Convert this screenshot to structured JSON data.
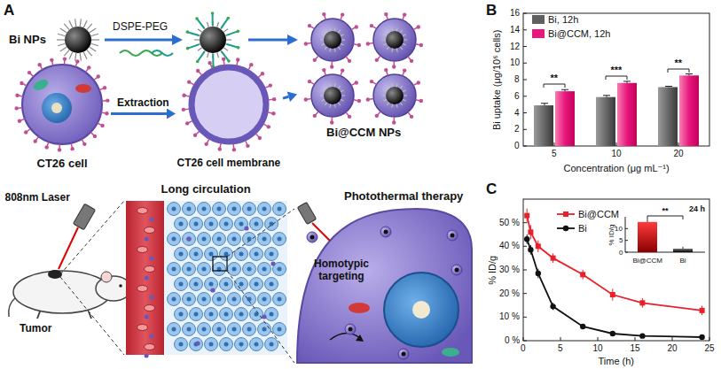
{
  "diagram": {
    "nodes": [
      {
        "text": [
          "Bi NPs"
        ]
      },
      {
        "text": [
          "CT26 cell"
        ]
      },
      {
        "text": [
          "CT26 cell membrane"
        ]
      },
      {
        "text": [
          "Bi@CCM NPs"
        ]
      },
      {
        "text": [
          "Long circulation"
        ]
      },
      {
        "text": [
          "Photothermal therapy",
          "Homotypic targeting"
        ]
      }
    ],
    "edges": [
      {
        "from": 1,
        "to": 2,
        "arrow": "to",
        "label": "Extraction"
      },
      {
        "from": 2,
        "to": 3,
        "arrow": "to"
      }
    ],
    "labels": [
      "A",
      "B",
      "C",
      "DSPE-PEG",
      "808nm Laser",
      "Tumor",
      "Bi uptake (μg/10⁶ cells)",
      "0",
      "2",
      "4",
      "6",
      "8",
      "10",
      "12",
      "14",
      "16",
      "5",
      "10",
      "20",
      "Concentration (μg mL⁻¹)",
      "**",
      "***",
      "**",
      "% ID/g",
      "0 %",
      "10 %",
      "20 %",
      "30 %",
      "40 %",
      "50 %",
      "0",
      "5",
      "10",
      "15",
      "20",
      "25",
      "Time (h)",
      "24 h",
      "**",
      "0",
      "5",
      "10",
      "Bi@CCM",
      "Bi",
      "% ID/g"
    ],
    "legend": [
      {
        "text": "Bi, 12h",
        "color": "#5f5f5f"
      },
      {
        "text": "Bi@CCM, 12h",
        "color": "#e8177c"
      },
      {
        "text": "Bi@CCM"
      },
      {
        "text": "Bi"
      }
    ]
  }
}
